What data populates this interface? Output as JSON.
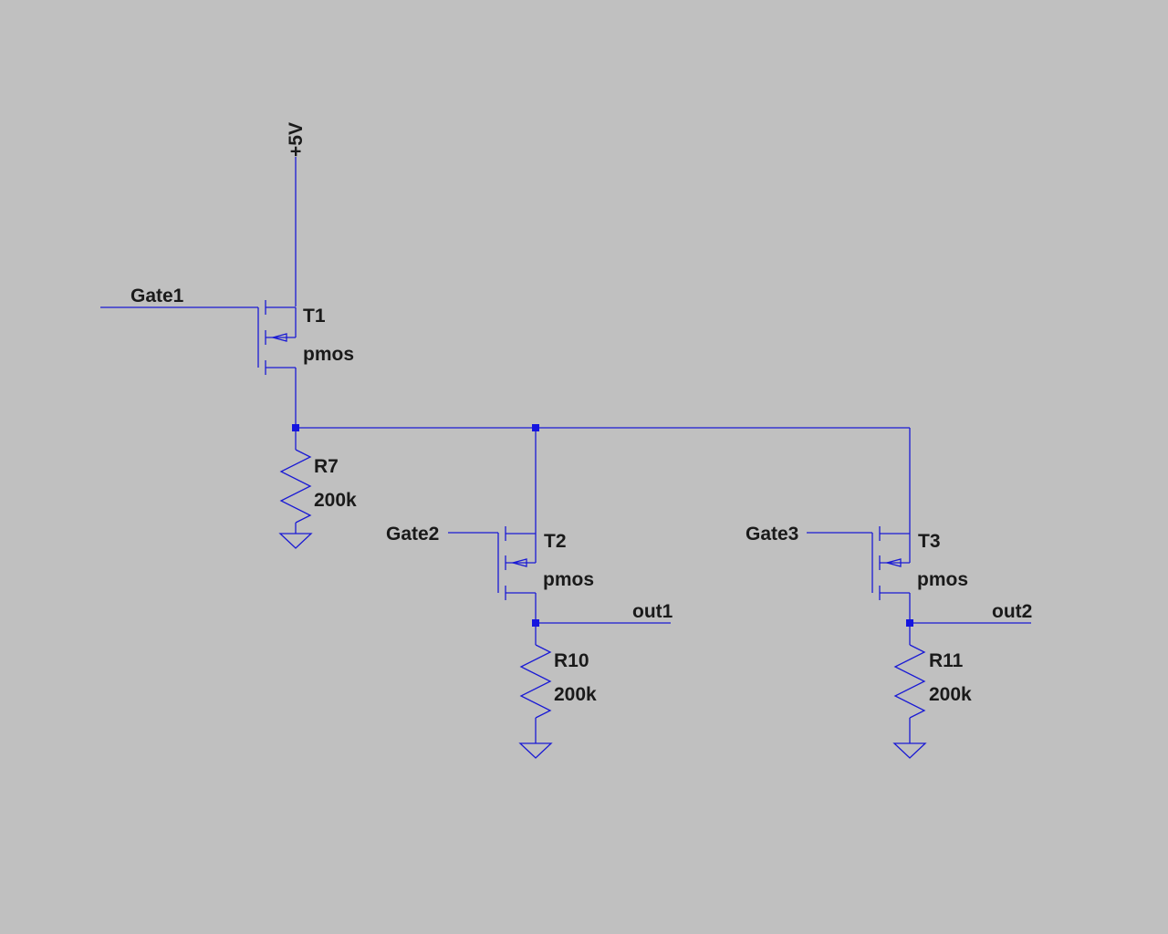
{
  "colors": {
    "background": "#c0c0c0",
    "wire": "#1a1ad4",
    "junction": "#1515e0",
    "text": "#1a1a1a"
  },
  "supply": {
    "label": "+5V"
  },
  "transistors": [
    {
      "name": "T1",
      "model": "pmos",
      "gate_net": "Gate1"
    },
    {
      "name": "T2",
      "model": "pmos",
      "gate_net": "Gate2"
    },
    {
      "name": "T3",
      "model": "pmos",
      "gate_net": "Gate3"
    }
  ],
  "resistors": [
    {
      "name": "R7",
      "value": "200k"
    },
    {
      "name": "R10",
      "value": "200k"
    },
    {
      "name": "R11",
      "value": "200k"
    }
  ],
  "outputs": [
    {
      "label": "out1"
    },
    {
      "label": "out2"
    }
  ]
}
